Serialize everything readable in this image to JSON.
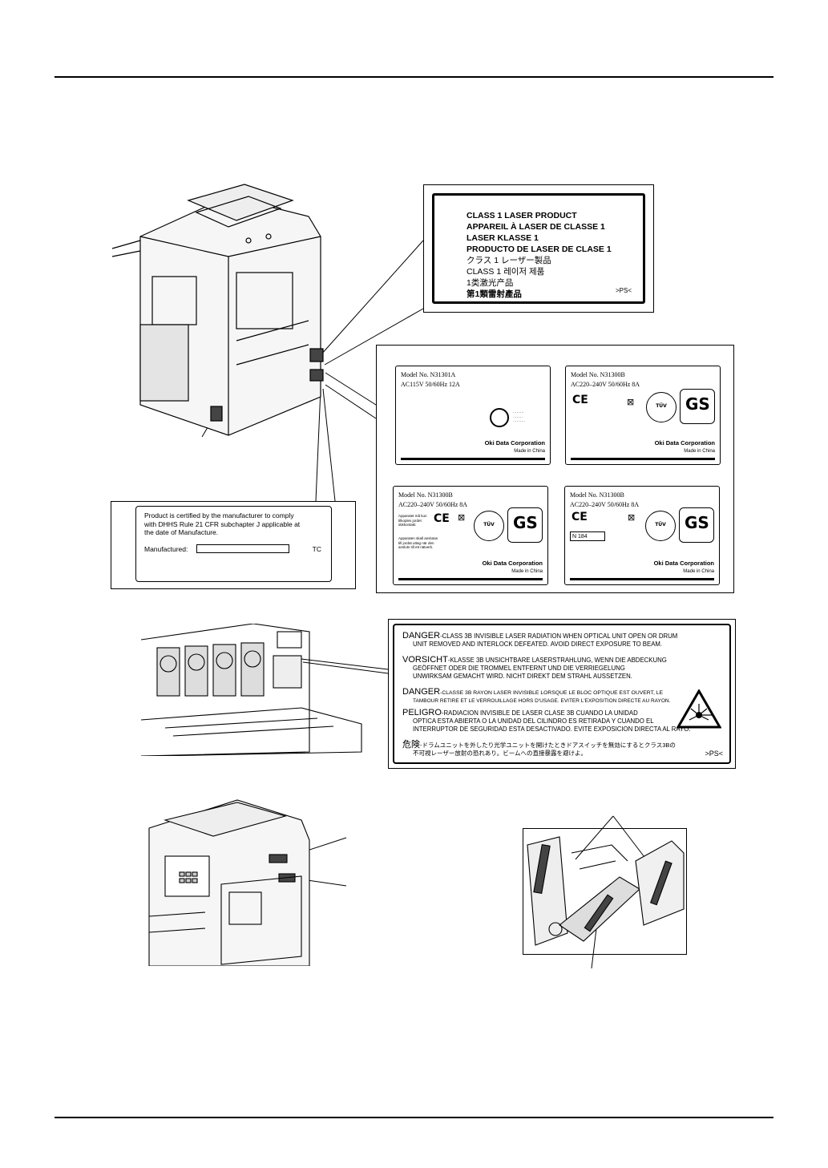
{
  "class_label": {
    "lines": [
      "CLASS 1 LASER PRODUCT",
      "APPAREIL À LASER DE CLASSE 1",
      "LASER KLASSE 1",
      "PRODUCTO DE LASER DE CLASE 1",
      "クラス 1 レーザー製品",
      "CLASS 1 레이저 제품",
      "1类激光产品",
      "第1類雷射產品"
    ],
    "code": ">PS<"
  },
  "model_labels": [
    {
      "model": "Model No.  N31301A",
      "rating": "AC115V  50/60Hz  12A",
      "corp": "Oki Data Corporation",
      "origin": "Made in China"
    },
    {
      "model": "Model No.  N31300B",
      "rating": "AC220–240V  50/60Hz  8A",
      "corp": "Oki Data Corporation",
      "origin": "Made in China"
    },
    {
      "model": "Model No.  N31300B",
      "rating": "AC220–240V  50/60Hz  8A",
      "corp": "Oki Data Corporation",
      "origin": "Made in China"
    },
    {
      "model": "Model No.  N31300B",
      "rating": "AC220–240V  50/60Hz  8A",
      "corp": "Oki Data Corporation",
      "origin": "Made in China"
    }
  ],
  "marks": {
    "ce": "CE",
    "gs": "GS",
    "tuv": "TÜV",
    "n184": "N 184"
  },
  "cert_label": {
    "lines": [
      "Product is certified by the manufacturer to comply",
      "with DHHS Rule 21 CFR subchapter J applicable at",
      "the date of Manufacture."
    ],
    "manufactured": "Manufactured:",
    "tc": "TC"
  },
  "danger_label": {
    "blocks": [
      {
        "head": "DANGER",
        "lines": [
          "-CLASS 3B INVISIBLE LASER RADIATION WHEN OPTICAL UNIT OPEN OR DRUM",
          "UNIT REMOVED AND INTERLOCK DEFEATED. AVOID DIRECT EXPOSURE TO BEAM."
        ]
      },
      {
        "head": "VORSICHT",
        "lines": [
          "-KLASSE 3B UNSICHTBARE LASERSTRAHLUNG, WENN DIE ABDECKUNG",
          "GEÖFFNET ODER DIE TROMMEL ENTFERNT UND DIE VERRIEGELUNG",
          "UNWIRKSAM GEMACHT WIRD. NICHT DIREKT DEM STRAHL AUSSETZEN."
        ]
      },
      {
        "head": "DANGER",
        "lines": [
          "-CLASSE 3B RAYON LASER INVISIBLE LORSQUE LE BLOC OPTIQUE EST OUVERT, LE",
          "TAMBOUR RETIRE ET LE VERROUILLAGE HORS D'USAGE. EVITER L'EXPOSITION DIRECTE AU RAYON."
        ]
      },
      {
        "head": "PELIGRO",
        "lines": [
          "-RADIACION INVISIBLE DE LASER CLASE 3B CUANDO LA UNIDAD",
          "OPTICA ESTA ABIERTA O LA UNIDAD DEL CILINDRO ES RETIRADA Y CUANDO EL",
          "INTERRUPTOR DE SEGURIDAD ESTA DESACTIVADO. EVITE EXPOSICION DIRECTA AL RAYO."
        ]
      },
      {
        "head": "危険",
        "lines": [
          "-ドラムユニットを外したり光学ユニットを開けたときドアスイッチを無効にするとクラス3Bの",
          "不可視レーザー放射の恐れあり。ビームへの直接暴露を避けよ。"
        ]
      }
    ],
    "code": ">PS<"
  }
}
